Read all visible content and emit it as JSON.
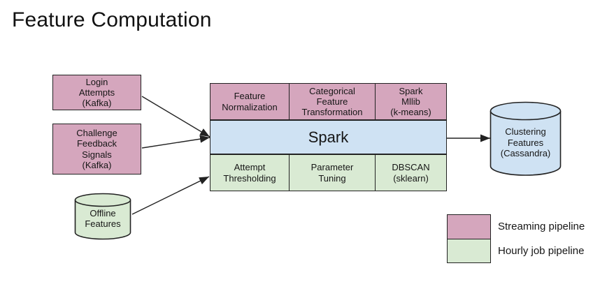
{
  "title": "Feature Computation",
  "nodes": {
    "login_attempts": {
      "label": "Login\nAttempts\n(Kafka)"
    },
    "challenge_feedback": {
      "label": "Challenge\nFeedback\nSignals\n(Kafka)"
    },
    "offline_features": {
      "label": "Offline\nFeatures"
    },
    "clustering_features": {
      "label": "Clustering\nFeatures\n(Cassandra)"
    }
  },
  "spark_block": {
    "center_label": "Spark",
    "streaming_row": [
      "Feature\nNormalization",
      "Categorical\nFeature\nTransformation",
      "Spark\nMllib\n(k-means)"
    ],
    "hourly_row": [
      "Attempt\nThresholding",
      "Parameter\nTuning",
      "DBSCAN\n(sklearn)"
    ]
  },
  "legend": {
    "streaming_label": "Streaming pipeline",
    "hourly_label": "Hourly job pipeline"
  },
  "colors": {
    "streaming_pink": "#d5a6bd",
    "hourly_green": "#d9ead3",
    "spark_blue": "#cfe2f3",
    "line": "#222222"
  }
}
